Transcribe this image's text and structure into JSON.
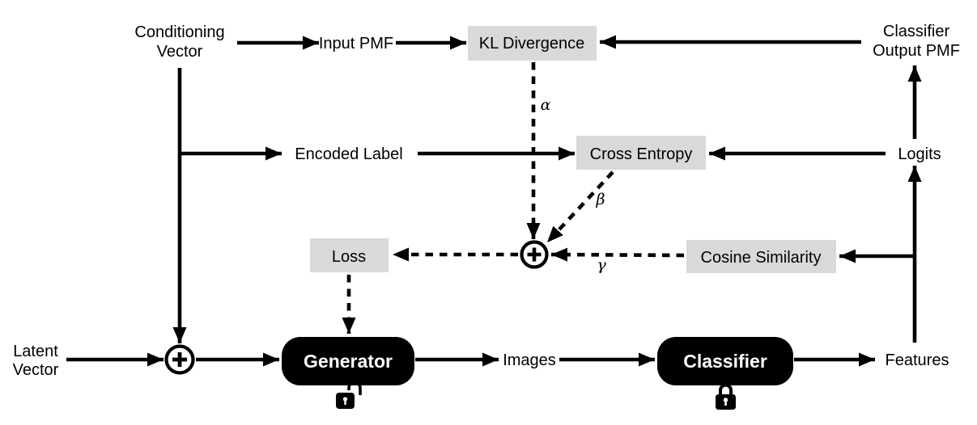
{
  "palette": {
    "background": "#ffffff",
    "ink": "#000000",
    "op_box_fill": "#d9d9d9",
    "model_box_fill": "#000000",
    "model_box_text": "#ffffff"
  },
  "nodes": {
    "conditioning_vector": {
      "line1": "Conditioning",
      "line2": "Vector"
    },
    "input_pmf": {
      "label": "Input PMF"
    },
    "kl_divergence": {
      "label": "KL Divergence"
    },
    "classifier_output_pmf": {
      "line1": "Classifier",
      "line2": "Output PMF"
    },
    "encoded_label": {
      "label": "Encoded Label"
    },
    "cross_entropy": {
      "label": "Cross Entropy"
    },
    "logits": {
      "label": "Logits"
    },
    "loss": {
      "label": "Loss"
    },
    "cosine_similarity": {
      "label": "Cosine Similarity"
    },
    "latent_vector": {
      "line1": "Latent",
      "line2": "Vector"
    },
    "generator": {
      "label": "Generator",
      "state": "unlocked"
    },
    "classifier": {
      "label": "Classifier",
      "state": "locked"
    },
    "images": {
      "label": "Images"
    },
    "features": {
      "label": "Features"
    }
  },
  "loss_weights": {
    "alpha": "α",
    "beta": "β",
    "gamma": "γ"
  }
}
